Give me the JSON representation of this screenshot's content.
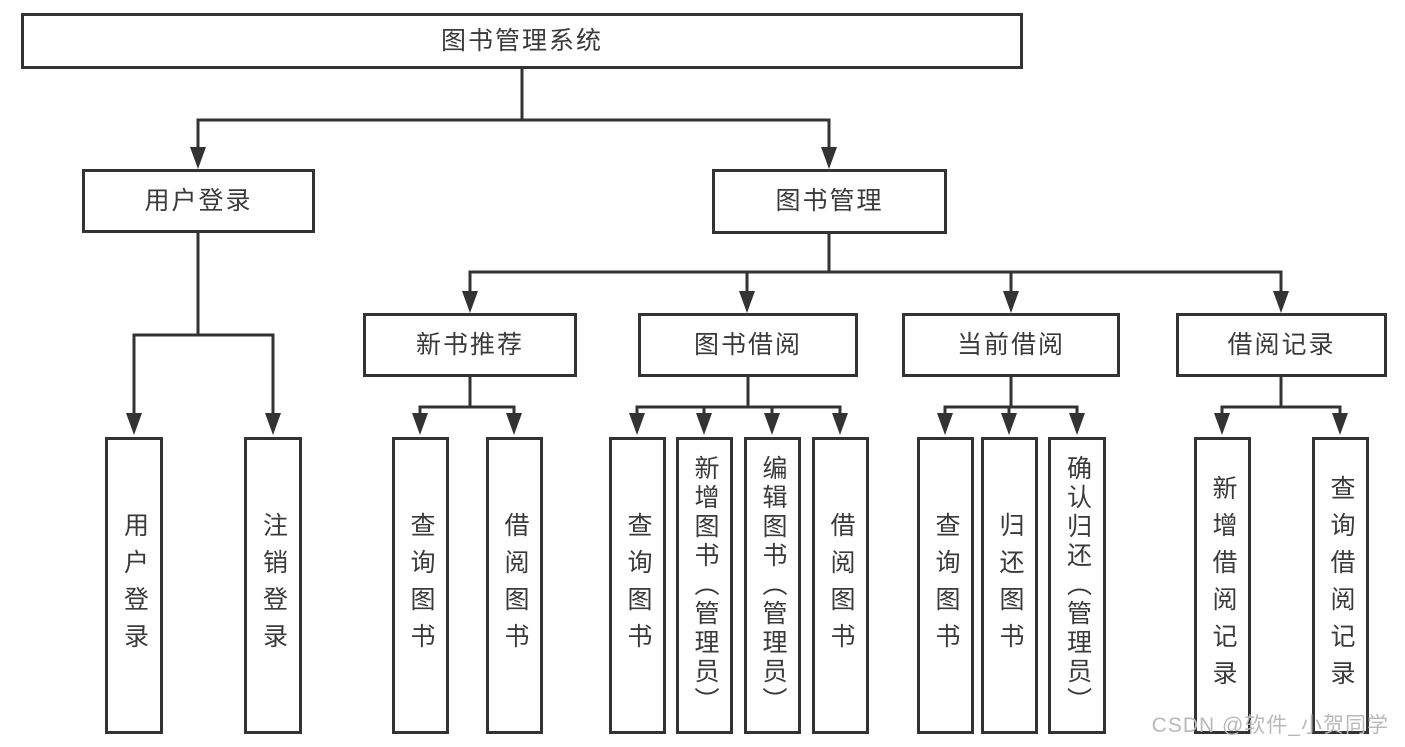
{
  "diagram": {
    "title": "图书管理系统",
    "branches": {
      "login": {
        "label": "用户登录"
      },
      "management": {
        "label": "图书管理"
      }
    },
    "modules": {
      "new_books": {
        "label": "新书推荐"
      },
      "book_borrow": {
        "label": "图书借阅"
      },
      "current_borrow": {
        "label": "当前借阅"
      },
      "borrow_records": {
        "label": "借阅记录"
      }
    },
    "leaves": {
      "login": [
        "用户登录",
        "注销登录"
      ],
      "new_books": [
        "查询图书",
        "借阅图书"
      ],
      "book_borrow": [
        "查询图书",
        "新增图书（管理员）",
        "编辑图书（管理员）",
        "借阅图书"
      ],
      "current_borrow": [
        "查询图书",
        "归还图书",
        "确认归还（管理员）"
      ],
      "borrow_records": [
        "新增借阅记录",
        "查询借阅记录"
      ]
    }
  },
  "watermark": "CSDN @软件_小贺同学",
  "colors": {
    "line": "#333333",
    "box_border": "#333333",
    "text": "#3a3a3a",
    "watermark": "#b9b9b9",
    "background": "#ffffff"
  }
}
